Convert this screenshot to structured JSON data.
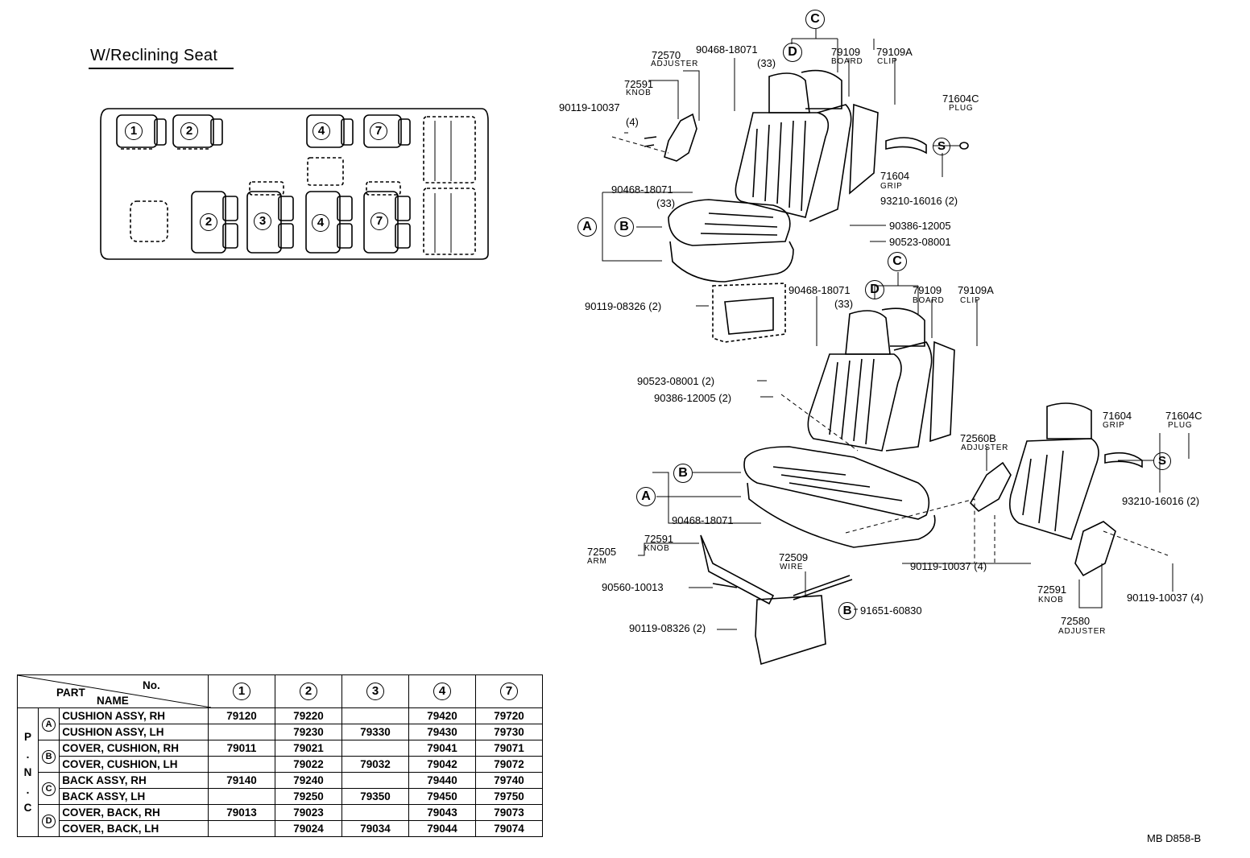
{
  "title": "W/Reclining Seat",
  "layout_labels": [
    "1",
    "2",
    "4",
    "7",
    "2",
    "3",
    "4",
    "7"
  ],
  "callout_letters": {
    "A": "A",
    "B": "B",
    "C": "C",
    "D": "D",
    "S": "S"
  },
  "upper": {
    "adjuster": {
      "no": "72570",
      "name": "ADJUSTER"
    },
    "knob": {
      "no": "72591",
      "name": "KNOB"
    },
    "screw": {
      "no": "90119-10037",
      "qty": "(4)"
    },
    "clip_top": {
      "no": "90468-18071",
      "qty": "(33)"
    },
    "board": {
      "no": "79109",
      "name": "BOARD"
    },
    "clip": {
      "no": "79109A",
      "name": "CLIP"
    },
    "plug": {
      "no": "71604C",
      "name": "PLUG"
    },
    "grip": {
      "no": "71604",
      "name": "GRIP"
    },
    "screw2": {
      "no": "93210-16016 (2)"
    },
    "clip_mid": {
      "no": "90468-18071",
      "qty": "(33)"
    },
    "nut": {
      "no": "90386-12005"
    },
    "washer": {
      "no": "90523-08001"
    },
    "bolt": {
      "no": "90119-08326 (2)"
    }
  },
  "lower": {
    "clip_top": {
      "no": "90468-18071",
      "qty": "(33)"
    },
    "board": {
      "no": "79109",
      "name": "BOARD"
    },
    "clip": {
      "no": "79109A",
      "name": "CLIP"
    },
    "washer": {
      "no": "90523-08001 (2)"
    },
    "nut": {
      "no": "90386-12005 (2)"
    },
    "adjuster_b": {
      "no": "72560B",
      "name": "ADJUSTER"
    },
    "grip": {
      "no": "71604",
      "name": "GRIP"
    },
    "plug": {
      "no": "71604C",
      "name": "PLUG"
    },
    "screw2": {
      "no": "93210-16016 (2)"
    },
    "clip_bottom": {
      "no": "90468-18071"
    },
    "knob": {
      "no": "72591",
      "name": "KNOB"
    },
    "arm": {
      "no": "72505",
      "name": "ARM"
    },
    "wire": {
      "no": "72509",
      "name": "WIRE"
    },
    "spring": {
      "no": "90560-10013"
    },
    "bolt": {
      "no": "90119-08326 (2)"
    },
    "bolt_b": {
      "no": "91651-60830"
    },
    "screw_mid": {
      "no": "90119-10037 (4)"
    },
    "knob_r": {
      "no": "72591",
      "name": "KNOB"
    },
    "adjuster_r": {
      "no": "72580",
      "name": "ADJUSTER"
    },
    "screw_r": {
      "no": "90119-10037 (4)"
    }
  },
  "table": {
    "header_no": "No.",
    "header_part": "PART",
    "header_name": "NAME",
    "pnc": [
      "P",
      "N",
      "C"
    ],
    "columns": [
      "1",
      "2",
      "3",
      "4",
      "7"
    ],
    "rows": [
      {
        "letter": "A",
        "name": "CUSHION ASSY, RH",
        "values": [
          "79120",
          "79220",
          "",
          "79420",
          "79720"
        ]
      },
      {
        "letter": "",
        "name": "CUSHION ASSY, LH",
        "values": [
          "",
          "79230",
          "79330",
          "79430",
          "79730"
        ]
      },
      {
        "letter": "B",
        "name": "COVER, CUSHION, RH",
        "values": [
          "79011",
          "79021",
          "",
          "79041",
          "79071"
        ]
      },
      {
        "letter": "",
        "name": "COVER, CUSHION, LH",
        "values": [
          "",
          "79022",
          "79032",
          "79042",
          "79072"
        ]
      },
      {
        "letter": "C",
        "name": "BACK ASSY, RH",
        "values": [
          "79140",
          "79240",
          "",
          "79440",
          "79740"
        ]
      },
      {
        "letter": "",
        "name": "BACK ASSY, LH",
        "values": [
          "",
          "79250",
          "79350",
          "79450",
          "79750"
        ]
      },
      {
        "letter": "D",
        "name": "COVER, BACK, RH",
        "values": [
          "79013",
          "79023",
          "",
          "79043",
          "79073"
        ]
      },
      {
        "letter": "",
        "name": "COVER, BACK, LH",
        "values": [
          "",
          "79024",
          "79034",
          "79044",
          "79074"
        ]
      }
    ]
  },
  "diagram_code": "MB D858-B"
}
